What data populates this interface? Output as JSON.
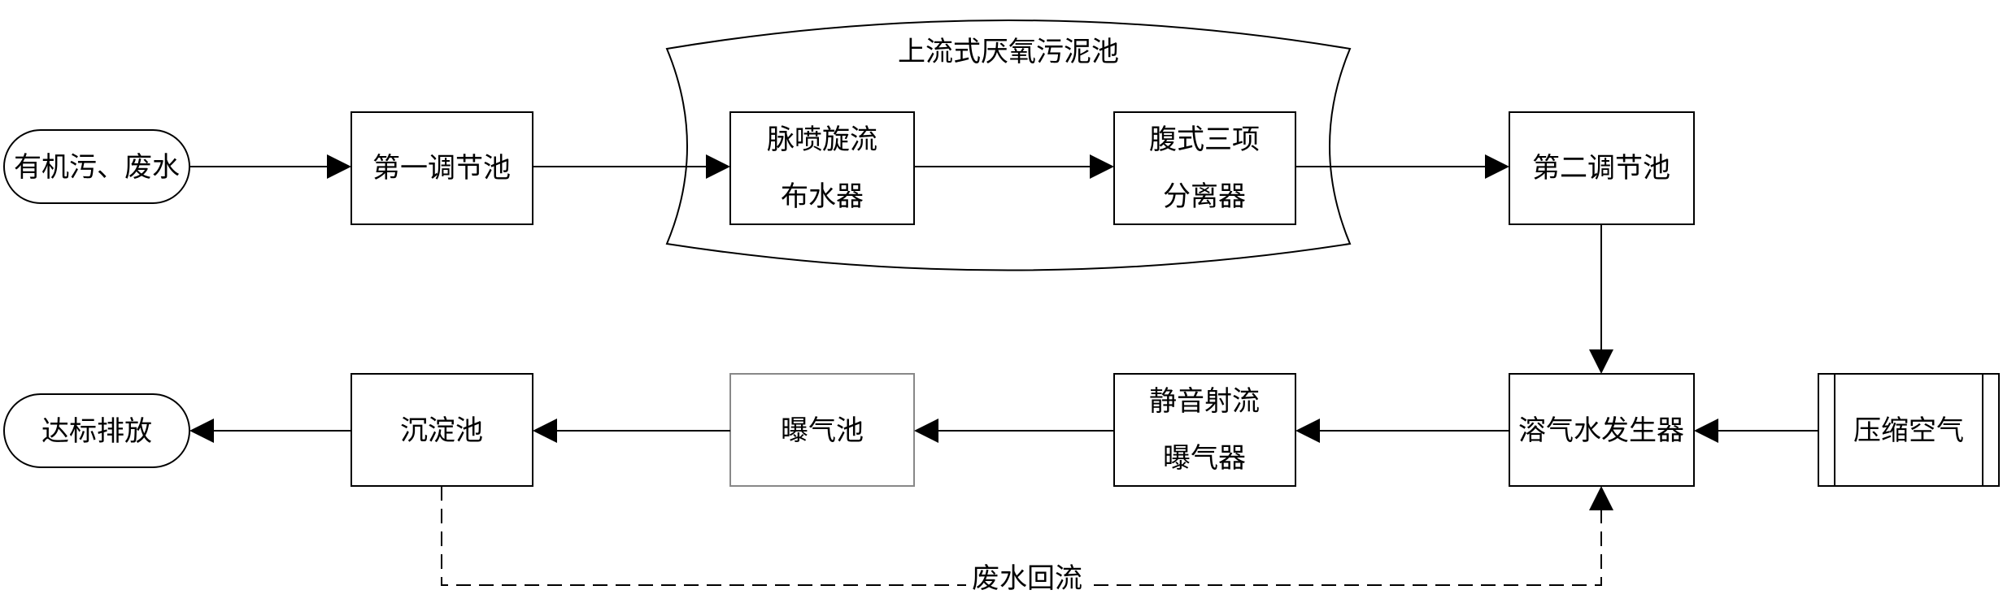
{
  "nodes": {
    "input": "有机污、废水",
    "reg1": "第一调节池",
    "uasb_title": "上流式厌氧污泥池",
    "pulse": [
      "脉喷旋流",
      "布水器"
    ],
    "separator": [
      "腹式三项",
      "分离器"
    ],
    "reg2": "第二调节池",
    "dissolved": "溶气水发生器",
    "compressed": "压缩空气",
    "jet": [
      "静音射流",
      "曝气器"
    ],
    "aeration": "曝气池",
    "sedimentation": "沉淀池",
    "discharge": "达标排放"
  },
  "edges": {
    "recycle_label": "废水回流"
  }
}
